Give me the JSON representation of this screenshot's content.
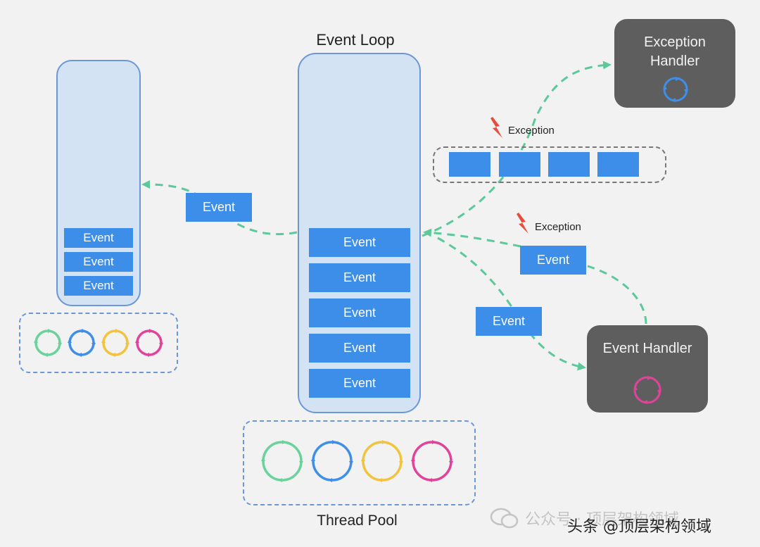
{
  "titles": {
    "event_loop": "Event Loop",
    "thread_pool": "Thread Pool"
  },
  "event_label": "Event",
  "exception_label": "Exception",
  "handlers": {
    "exception_handler": "Exception\nHandler",
    "event_handler": "Event Handler"
  },
  "watermark": {
    "back_text": "公众号 · 顶层架构领域",
    "front_text": "头条 @顶层架构领域"
  },
  "colors": {
    "queue_fill": "#d4e3f3",
    "queue_border": "#6b97d8",
    "event_fill": "#3d8ee8",
    "handler_fill": "#5e5e5e",
    "arrow": "#5cc99a",
    "green": "#6ad29b",
    "blue": "#3f8fe8",
    "yellow": "#f2c33e",
    "pink": "#e0449a",
    "lightning": "#e74c3c"
  },
  "icons": [
    "lightning-icon",
    "thread-cycle-icon",
    "wechat-icon"
  ]
}
